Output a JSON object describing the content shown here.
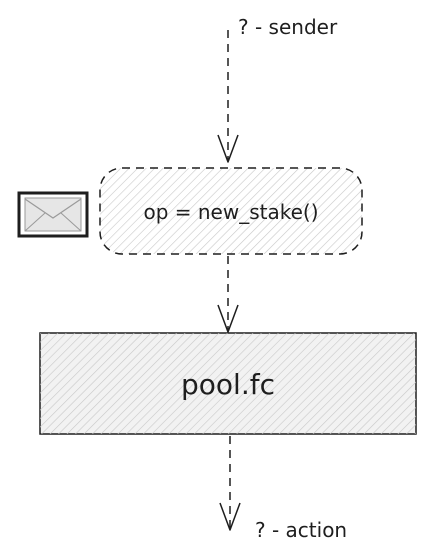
{
  "diagram": {
    "incoming_label": "? - sender",
    "message_node_label": "op = new_stake()",
    "contract_node_label": "pool.fc",
    "outgoing_label": "? - action",
    "message_icon": "envelope-icon",
    "colors": {
      "stroke": "#1e1e1e",
      "hatch": "#c8c8c8",
      "box_fill": "#f2f2f2",
      "envelope_fill": "#e6e6e6"
    }
  }
}
